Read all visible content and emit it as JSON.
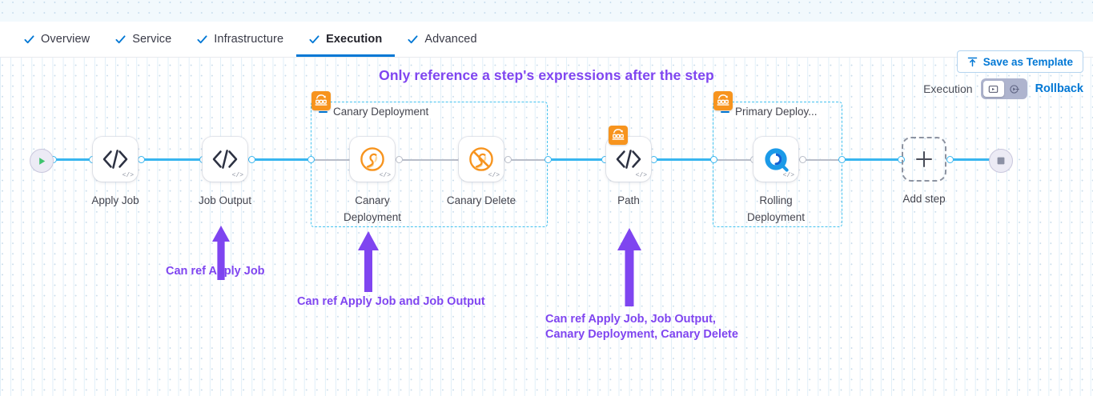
{
  "tabs": [
    {
      "label": "Overview",
      "icon": "check-icon",
      "active": false
    },
    {
      "label": "Service",
      "icon": "check-icon",
      "active": false
    },
    {
      "label": "Infrastructure",
      "icon": "check-icon",
      "active": false
    },
    {
      "label": "Execution",
      "icon": "check-icon",
      "active": true
    },
    {
      "label": "Advanced",
      "icon": "check-icon",
      "active": false
    }
  ],
  "toolbar": {
    "save_template_label": "Save as Template",
    "save_template_icon": "upload-template-icon"
  },
  "headline": "Only reference a step's expressions after the step",
  "execution_controls": {
    "label": "Execution",
    "toggle_options": [
      {
        "icon": "execution-view-icon",
        "selected": true
      },
      {
        "icon": "rollback-view-icon",
        "selected": false
      }
    ],
    "rollback_label": "Rollback"
  },
  "pipeline": {
    "start_node": {
      "name": "start-node",
      "icon": "play-icon"
    },
    "end_node": {
      "name": "end-node",
      "icon": "stop-icon"
    },
    "add_step": {
      "label": "Add step",
      "icon": "plus-icon"
    },
    "steps": [
      {
        "id": "apply-job",
        "label": "Apply Job",
        "icon": "code-icon",
        "badge": "code-badge"
      },
      {
        "id": "job-output",
        "label": "Job Output",
        "icon": "code-icon",
        "badge": "code-badge"
      },
      {
        "id": "canary-deployment",
        "label": "Canary\nDeployment",
        "icon": "canary-icon",
        "badge": "code-badge"
      },
      {
        "id": "canary-delete",
        "label": "Canary Delete",
        "icon": "canary-delete-icon",
        "badge": "code-badge"
      },
      {
        "id": "path",
        "label": "Path",
        "icon": "code-icon",
        "badge": "code-badge",
        "group_badge": "step-group-icon"
      },
      {
        "id": "rolling-deployment",
        "label": "Rolling\nDeployment",
        "icon": "rolling-deployment-icon",
        "badge": "code-badge"
      }
    ],
    "groups": [
      {
        "id": "canary-deployment-group",
        "title": "Canary Deployment",
        "badge": "step-group-icon"
      },
      {
        "id": "primary-deployment-group",
        "title": "Primary Deploy...",
        "badge": "step-group-icon"
      }
    ]
  },
  "annotations": [
    {
      "id": "anno-apply-job",
      "text": "Can ref Apply Job"
    },
    {
      "id": "anno-canary",
      "text": "Can ref Apply Job and Job Output"
    },
    {
      "id": "anno-path-line1",
      "text": "Can ref Apply Job, Job Output,"
    },
    {
      "id": "anno-path-line2",
      "text": "Canary Deployment, Canary Delete"
    }
  ],
  "colors": {
    "accent_blue": "#0278d5",
    "edge_blue": "#39b6ef",
    "group_border": "#45c3f0",
    "annotation_purple": "#7f45f0",
    "badge_orange": "#f7941e",
    "canary_orange": "#f7941e",
    "start_green": "#3ec46d"
  }
}
